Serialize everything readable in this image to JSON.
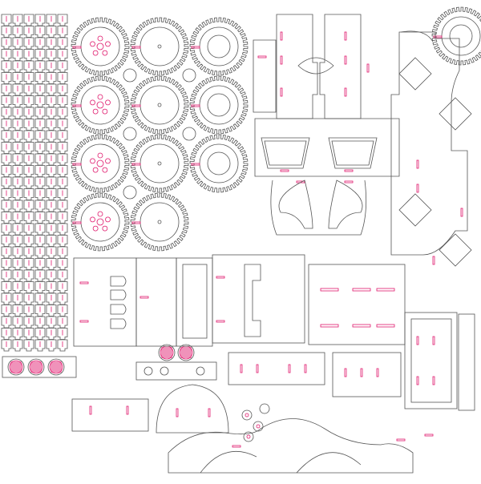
{
  "sheet": {
    "background": "#ffffff",
    "cut_color": "#555555",
    "engrave_color": "#e0186c"
  },
  "parts": [
    {
      "name": "track-link-grid"
    },
    {
      "name": "toothed-wheel",
      "variant": "hub-pattern"
    },
    {
      "name": "toothed-wheel",
      "variant": "plain-hub"
    },
    {
      "name": "toothed-wheel",
      "variant": "open-ring"
    },
    {
      "name": "red-disc-wheel"
    },
    {
      "name": "body-frame-panel"
    },
    {
      "name": "cab-panel"
    },
    {
      "name": "diamond-window-plate"
    },
    {
      "name": "chassis-rail"
    },
    {
      "name": "arched-fender"
    }
  ]
}
